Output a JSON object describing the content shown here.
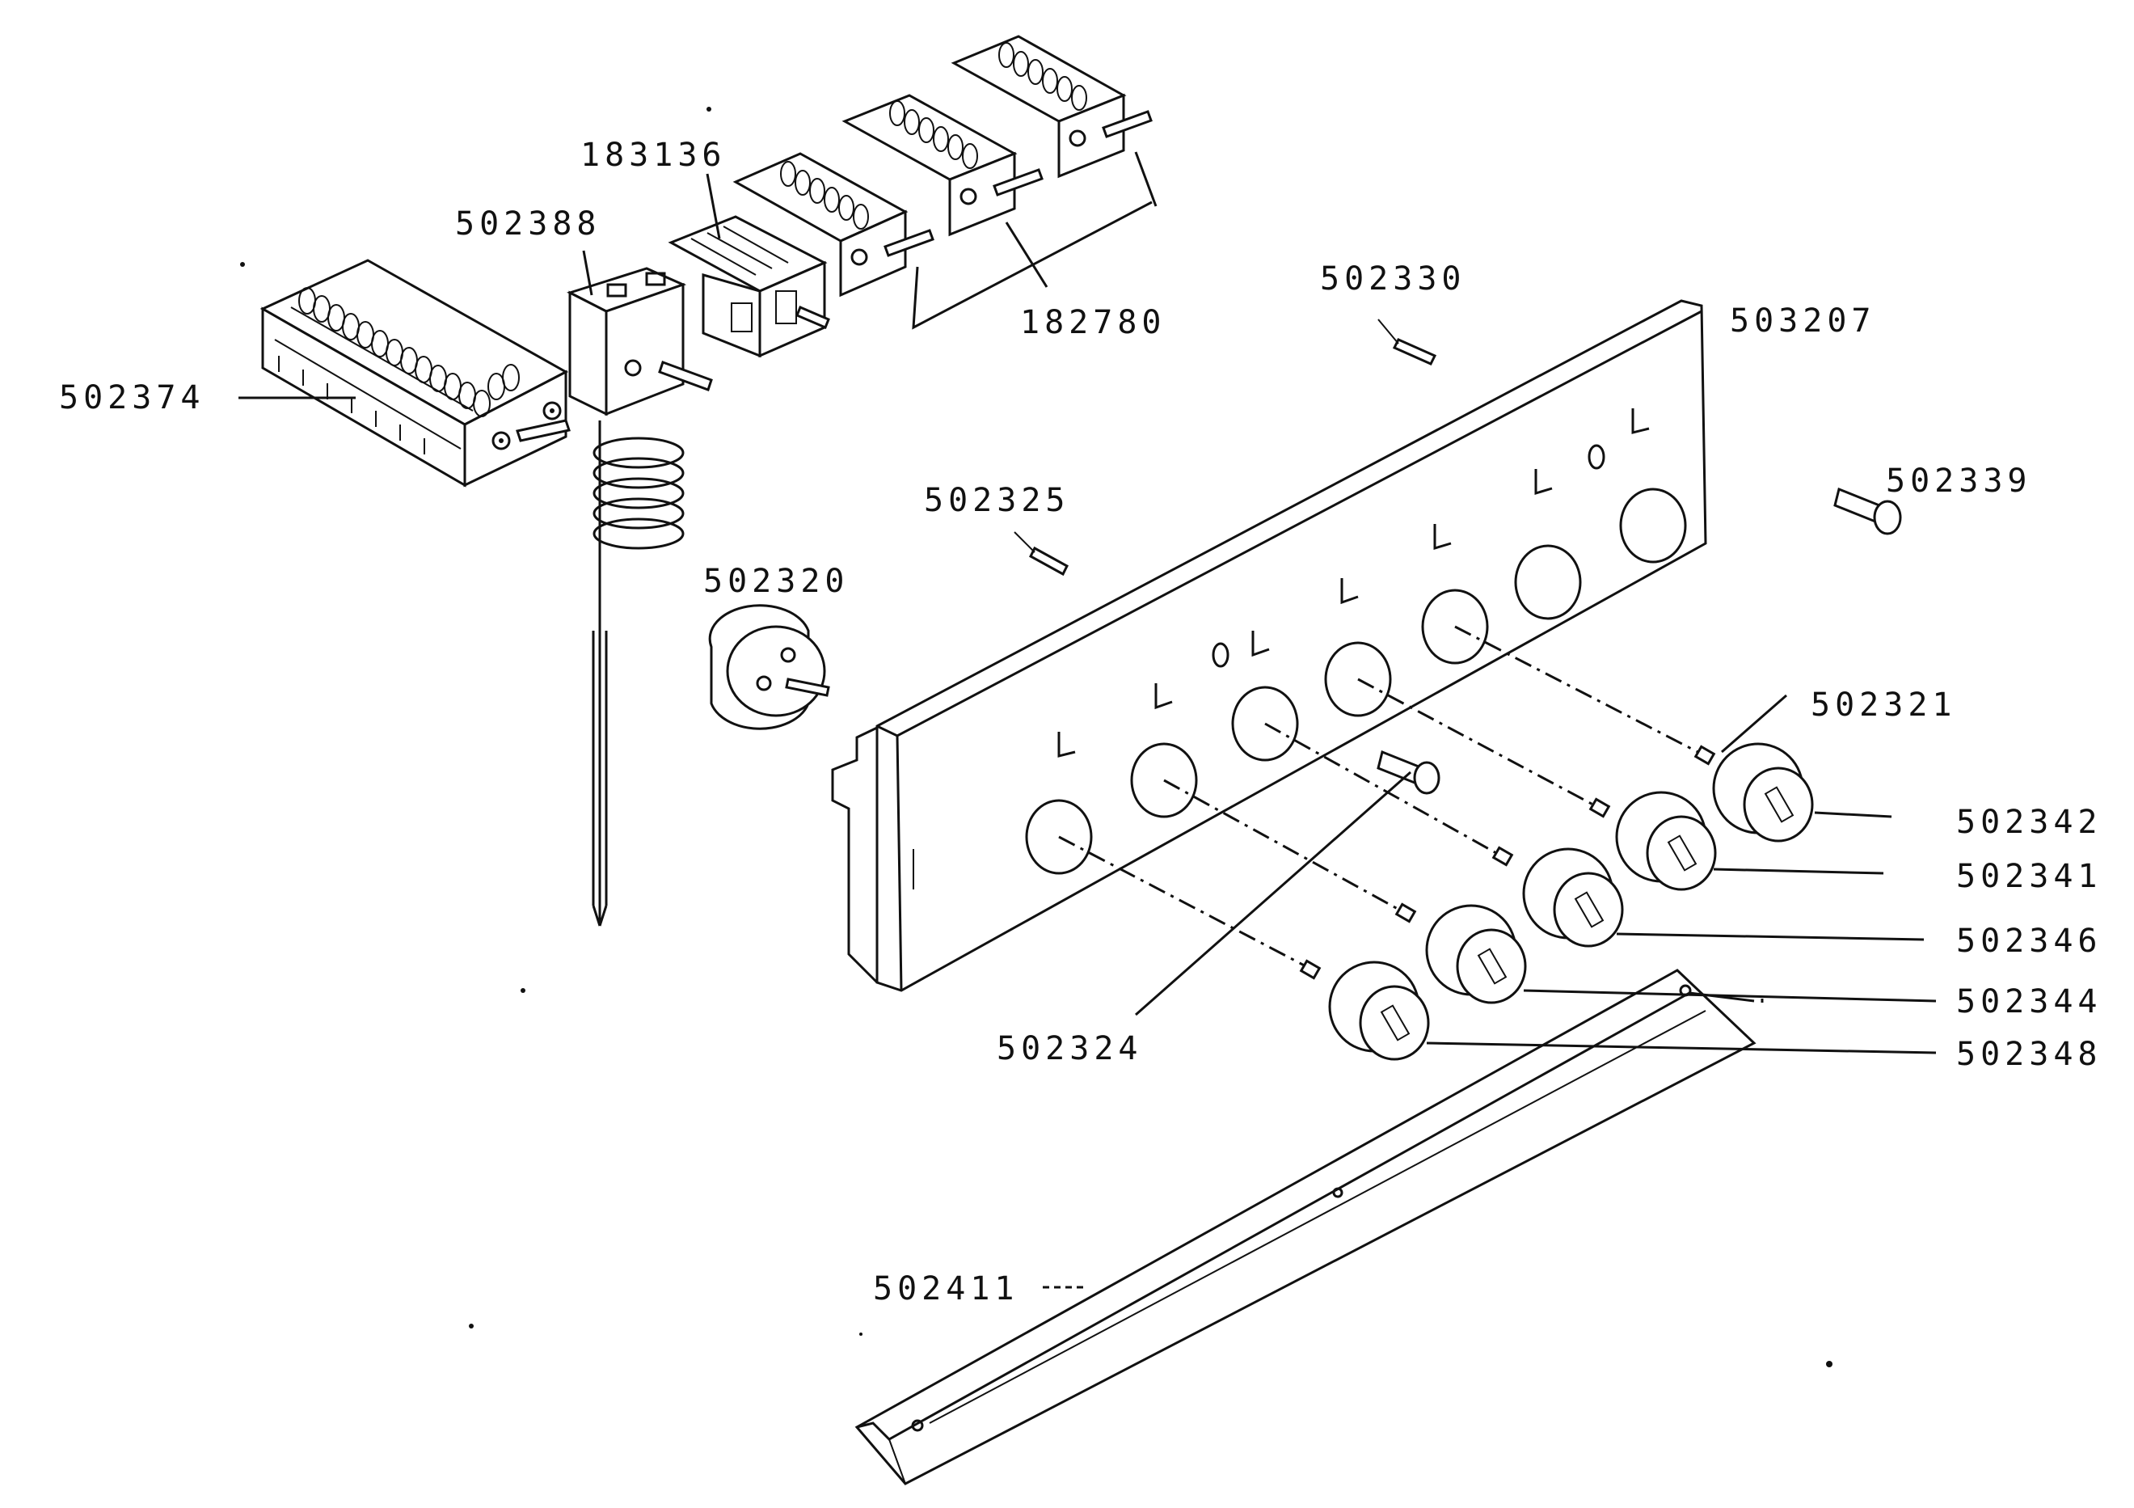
{
  "diagram": {
    "labels": {
      "p183136": "183136",
      "p502388": "502388",
      "p502374": "502374",
      "p182780": "182780",
      "p502330": "502330",
      "p503207": "503207",
      "p502339": "502339",
      "p502325": "502325",
      "p502320": "502320",
      "p502321": "502321",
      "p502342": "502342",
      "p502341": "502341",
      "p502346": "502346",
      "p502344": "502344",
      "p502348": "502348",
      "p502324": "502324",
      "p502411": "502411"
    }
  }
}
